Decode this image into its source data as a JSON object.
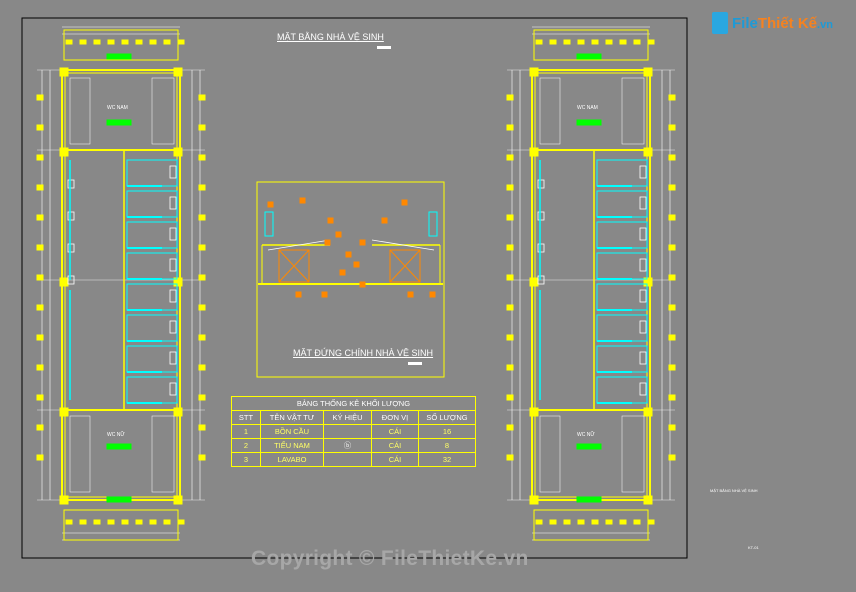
{
  "drawing": {
    "plan_title": "MẶT BẰNG NHÀ VỆ SINH",
    "elevation_title": "MẶT ĐỨNG CHÍNH NHÀ VỆ SINH",
    "room_male": "WC NAM",
    "room_female": "WC NỮ",
    "side_note": "MẶT BẰNG NHÀ VỆ SINH",
    "tag": "KT-01"
  },
  "table": {
    "caption": "BẢNG THỐNG KÊ KHỐI LƯỢNG",
    "headers": [
      "STT",
      "TÊN VẬT TƯ",
      "KÝ HIỆU",
      "ĐƠN VỊ",
      "SỐ LƯỢNG"
    ],
    "rows": [
      [
        "1",
        "BỒN CẦU",
        "",
        "CÁI",
        "16"
      ],
      [
        "2",
        "TIỂU NAM",
        "",
        "CÁI",
        "8"
      ],
      [
        "3",
        "LAVABO",
        "",
        "CÁI",
        "32"
      ]
    ]
  },
  "logo": {
    "part1": "File",
    "part2": "Thiết Kế",
    "part3": ".vn"
  },
  "watermark": "Copyright © FileThietKe.vn",
  "colors": {
    "background": "#888888",
    "wall": "#ffff00",
    "accent": "#00ff00",
    "fixture": "#00ffff",
    "door": "#ff8800",
    "line": "#ffffff"
  }
}
